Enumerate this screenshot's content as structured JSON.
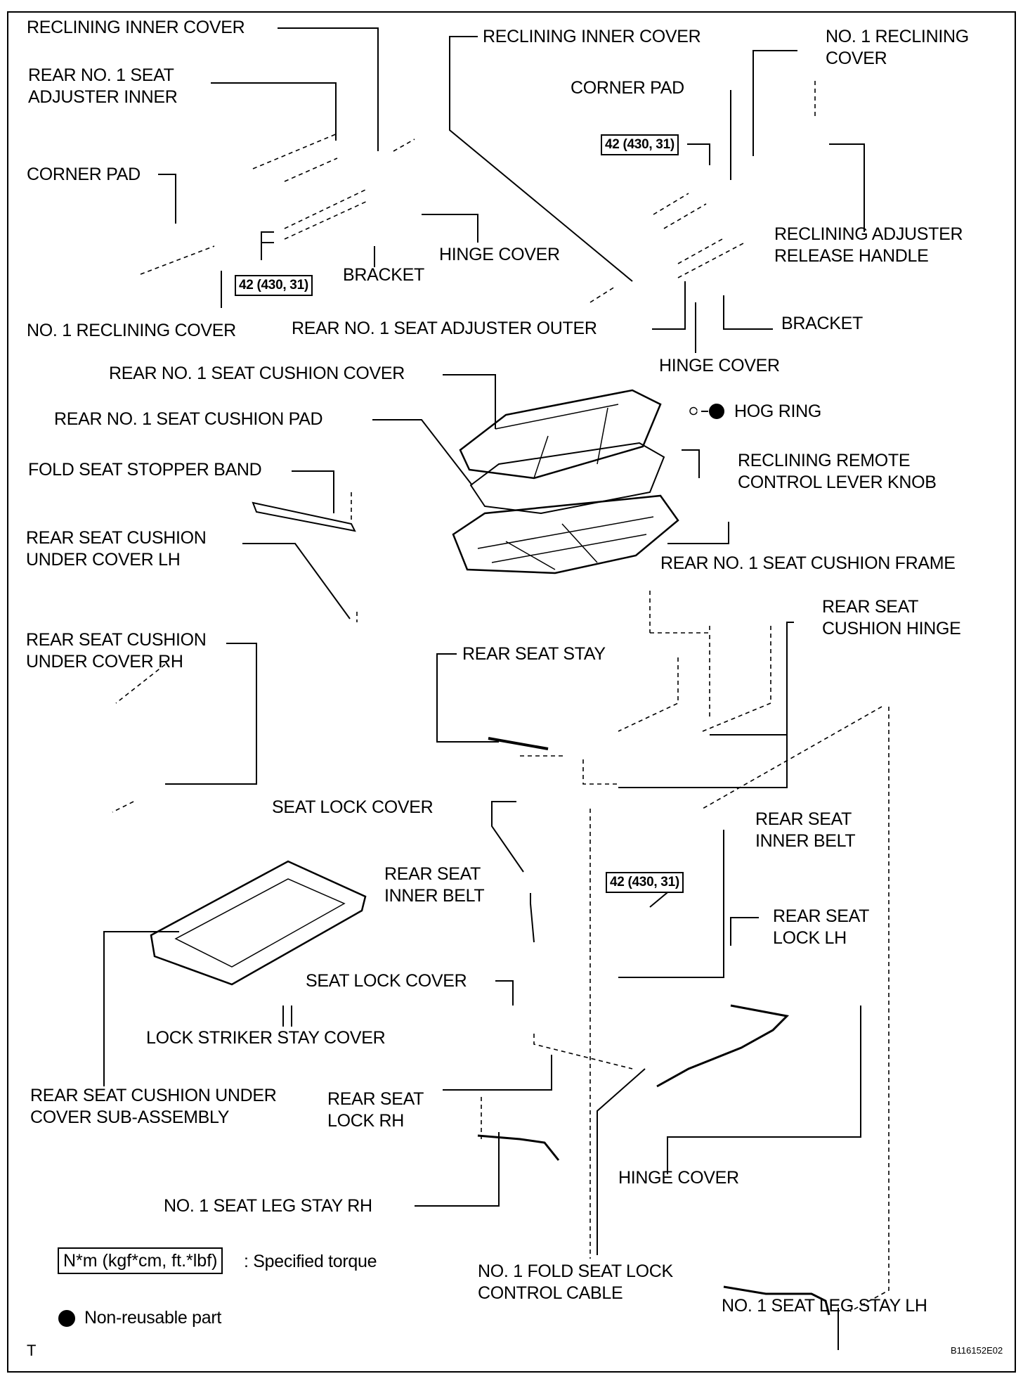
{
  "diagram": {
    "labels": {
      "reclining_inner_cover_l": "RECLINING INNER COVER",
      "rear_seat_adjuster_inner": "REAR NO. 1 SEAT\nADJUSTER INNER",
      "corner_pad_l": "CORNER PAD",
      "no1_reclining_cover_l": "NO. 1 RECLINING COVER",
      "bracket_l": "BRACKET",
      "hinge_cover_l": "HINGE COVER",
      "reclining_inner_cover_r": "RECLINING INNER COVER",
      "no1_reclining_cover_r": "NO. 1 RECLINING\nCOVER",
      "corner_pad_r": "CORNER PAD",
      "reclining_adjuster_release_handle": "RECLINING ADJUSTER\nRELEASE HANDLE",
      "rear_seat_adjuster_outer": "REAR NO. 1 SEAT ADJUSTER OUTER",
      "bracket_r": "BRACKET",
      "hinge_cover_r": "HINGE COVER",
      "cushion_cover": "REAR NO. 1 SEAT CUSHION COVER",
      "cushion_pad": "REAR NO. 1 SEAT CUSHION PAD",
      "hog_ring": "HOG RING",
      "fold_seat_stopper_band": "FOLD SEAT STOPPER BAND",
      "reclining_remote_knob": "RECLINING REMOTE\nCONTROL LEVER KNOB",
      "under_cover_lh": "REAR SEAT CUSHION\nUNDER COVER LH",
      "cushion_frame": "REAR NO. 1 SEAT CUSHION FRAME",
      "under_cover_rh": "REAR SEAT CUSHION\nUNDER COVER RH",
      "rear_seat_stay": "REAR SEAT STAY",
      "cushion_hinge": "REAR SEAT\nCUSHION HINGE",
      "seat_lock_cover_top": "SEAT LOCK COVER",
      "inner_belt_r": "REAR SEAT\nINNER BELT",
      "inner_belt_l": "REAR SEAT\nINNER BELT",
      "seat_lock_lh": "REAR SEAT\nLOCK LH",
      "seat_lock_cover_mid": "SEAT LOCK COVER",
      "lock_striker_stay_cover": "LOCK STRIKER STAY COVER",
      "under_cover_subassy": "REAR SEAT CUSHION UNDER\nCOVER SUB-ASSEMBLY",
      "seat_lock_rh": "REAR SEAT\nLOCK RH",
      "hinge_cover_bottom": "HINGE COVER",
      "leg_stay_rh": "NO. 1 SEAT LEG STAY RH",
      "fold_seat_cable": "NO. 1 FOLD SEAT LOCK\nCONTROL CABLE",
      "leg_stay_lh": "NO. 1 SEAT LEG STAY LH"
    },
    "torque_specs": [
      "42 (430, 31)",
      "42 (430, 31)",
      "42 (430, 31)"
    ],
    "legend": {
      "torque_box": "N*m (kgf*cm, ft.*lbf)",
      "torque_desc": ": Specified torque",
      "nonreusable": "Non-reusable part"
    },
    "corner_mark": "T",
    "figure_id": "B116152E02"
  }
}
